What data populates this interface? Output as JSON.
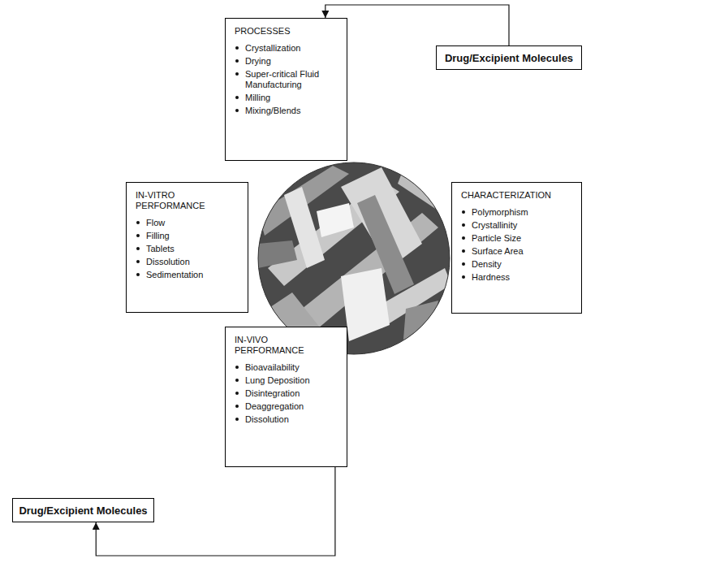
{
  "diagram": {
    "nodes": [
      {
        "text": [
          "PROCESSES",
          "Crystallization",
          "Drying",
          "Super-critical Fluid Manufacturing",
          "Milling",
          "Mixing/Blends"
        ]
      },
      {
        "text": [
          "Drug/Excipient Molecules"
        ]
      },
      {
        "text": [
          "IN-VITRO PERFORMANCE",
          "Flow",
          "Filling",
          "Tablets",
          "Dissolution",
          "Sedimentation"
        ]
      },
      {
        "text": [
          "CHARACTERIZATION",
          "Polymorphism",
          "Crystallinity",
          "Particle Size",
          "Surface Area",
          "Density",
          "Hardness"
        ]
      },
      {
        "text": [
          "IN-VIVO PERFORMANCE",
          "Bioavailability",
          "Lung Deposition",
          "Disintegration",
          "Deaggregation",
          "Dissolution"
        ]
      },
      {
        "text": [
          "Drug/Excipient Molecules"
        ]
      }
    ],
    "edges": [
      {
        "from": 1,
        "to": 0,
        "arrow": "to"
      },
      {
        "from": 4,
        "to": 5,
        "arrow": "to"
      }
    ]
  }
}
